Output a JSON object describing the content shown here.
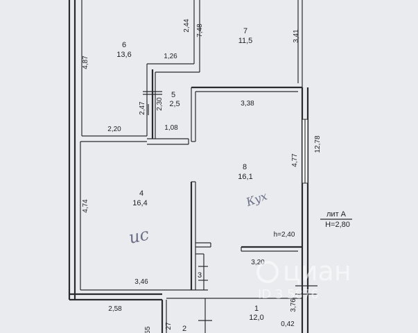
{
  "rooms": [
    {
      "number": "6",
      "area": "13,6"
    },
    {
      "number": "7",
      "area": "11,5"
    },
    {
      "number": "5",
      "area": "2,5"
    },
    {
      "number": "8",
      "area": "16,1"
    },
    {
      "number": "4",
      "area": "16,4"
    },
    {
      "number": "1",
      "area": "12,0"
    },
    {
      "number": "2",
      "area": ""
    },
    {
      "number": "3",
      "area": ""
    }
  ],
  "dimensions": {
    "d_4_87": "4,87",
    "d_2_44": "2,44",
    "d_7_48": "7,48",
    "d_1_26": "1,26",
    "d_3_41": "3,41",
    "d_2_47": "2,47",
    "d_2_30": "2,30",
    "d_3_38": "3,38",
    "d_2_20": "2,20",
    "d_1_08": "1,08",
    "d_12_78": "12,78",
    "d_4_77": "4,77",
    "d_4_74": "4,74",
    "d_3_20": "3,20",
    "d_3_46": "3,46",
    "d_2_58": "2,58",
    "d_3_76": "3,76",
    "d_0_42": "0,42",
    "d_27": "27",
    "d_55": "55"
  },
  "labels": {
    "ceiling_room": "h=2,40",
    "lit_title": "лит А",
    "lit_height": "H=2,80"
  },
  "handwriting": {
    "kitchen": "Кух",
    "bedroom": "ис"
  },
  "watermark": {
    "brand": "циан",
    "id_text": "ID 3⁠⁠  ⁠5876"
  },
  "colors": {
    "background": "#e9ebee",
    "ink": "#1e1e22",
    "pencil": "#6b6e86"
  }
}
